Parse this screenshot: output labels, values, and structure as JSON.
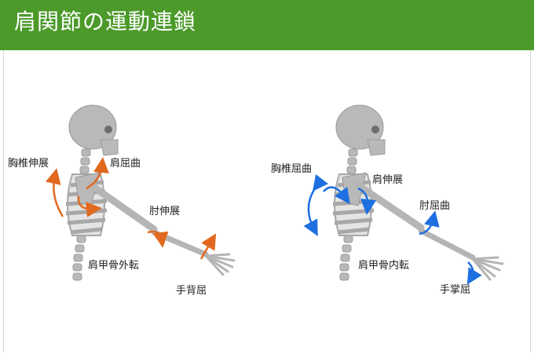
{
  "header": {
    "title": "肩関節の運動連鎖"
  },
  "colors": {
    "header_bg": "#4b9a2a",
    "arrow_left": "#e0691f",
    "arrow_right": "#1e6fe0",
    "bone": "#b5b5b5"
  },
  "left_figure": {
    "labels": {
      "thoracic": "胸椎伸展",
      "shoulder": "肩屈曲",
      "elbow": "肘伸展",
      "scapula": "肩甲骨外転",
      "wrist": "手背屈"
    }
  },
  "right_figure": {
    "labels": {
      "thoracic": "胸椎屈曲",
      "shoulder": "肩伸展",
      "elbow": "肘屈曲",
      "scapula": "肩甲骨内転",
      "wrist": "手掌屈"
    }
  }
}
